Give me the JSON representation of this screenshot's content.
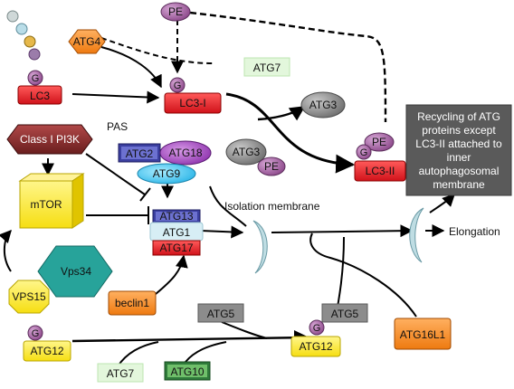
{
  "labels": {
    "pe_top": "PE",
    "atg4": "ATG4",
    "g": "G",
    "lc3": "LC3",
    "lc3_i": "LC3-I",
    "atg7_top": "ATG7",
    "atg3_upper": "ATG3",
    "atg3_lower": "ATG3",
    "pe_mid": "PE",
    "pe_right": "PE",
    "lc3_ii": "LC3-II",
    "pas": "PAS",
    "class1_pi3k": "Class I PI3K",
    "atg2": "ATG2",
    "atg18": "ATG18",
    "atg9": "ATG9",
    "mtor": "mTOR",
    "atg13": "ATG13",
    "atg1": "ATG1",
    "atg17": "ATG17",
    "isolation_membrane": "Isolation membrane",
    "elongation": "Elongation",
    "vps34": "Vps34",
    "vps15": "VPS15",
    "beclin1": "beclin1",
    "atg5_left": "ATG5",
    "atg5_right": "ATG5",
    "atg12_left": "ATG12",
    "atg12_right": "ATG12",
    "atg16l1": "ATG16L1",
    "atg7_bottom": "ATG7",
    "atg10": "ATG10",
    "recycling": [
      "Recycling of ATG",
      "proteins except",
      "LC3-II attached to",
      "inner",
      "autophagosomal",
      "membrane"
    ]
  },
  "colors": {
    "red_box": "#e8202a",
    "yellow_box": "#ffee33",
    "orange_box": "#f58a1f",
    "pale_green_box": "#e3f7dc",
    "dark_green_box": "#2f7a3a",
    "purple_circle": "#9c5a9a",
    "gray_box": "#8c8c8c",
    "dark_note": "#5a5a5a",
    "blue_box": "#3b3fa0",
    "violet_oval": "#9b3db6",
    "cyan_oval": "#3fc4ee",
    "light_blue_box": "#d7eef5",
    "teal_hex": "#27a39a",
    "maroon": "#8b2a2a",
    "membrane": "#bfdde3"
  }
}
